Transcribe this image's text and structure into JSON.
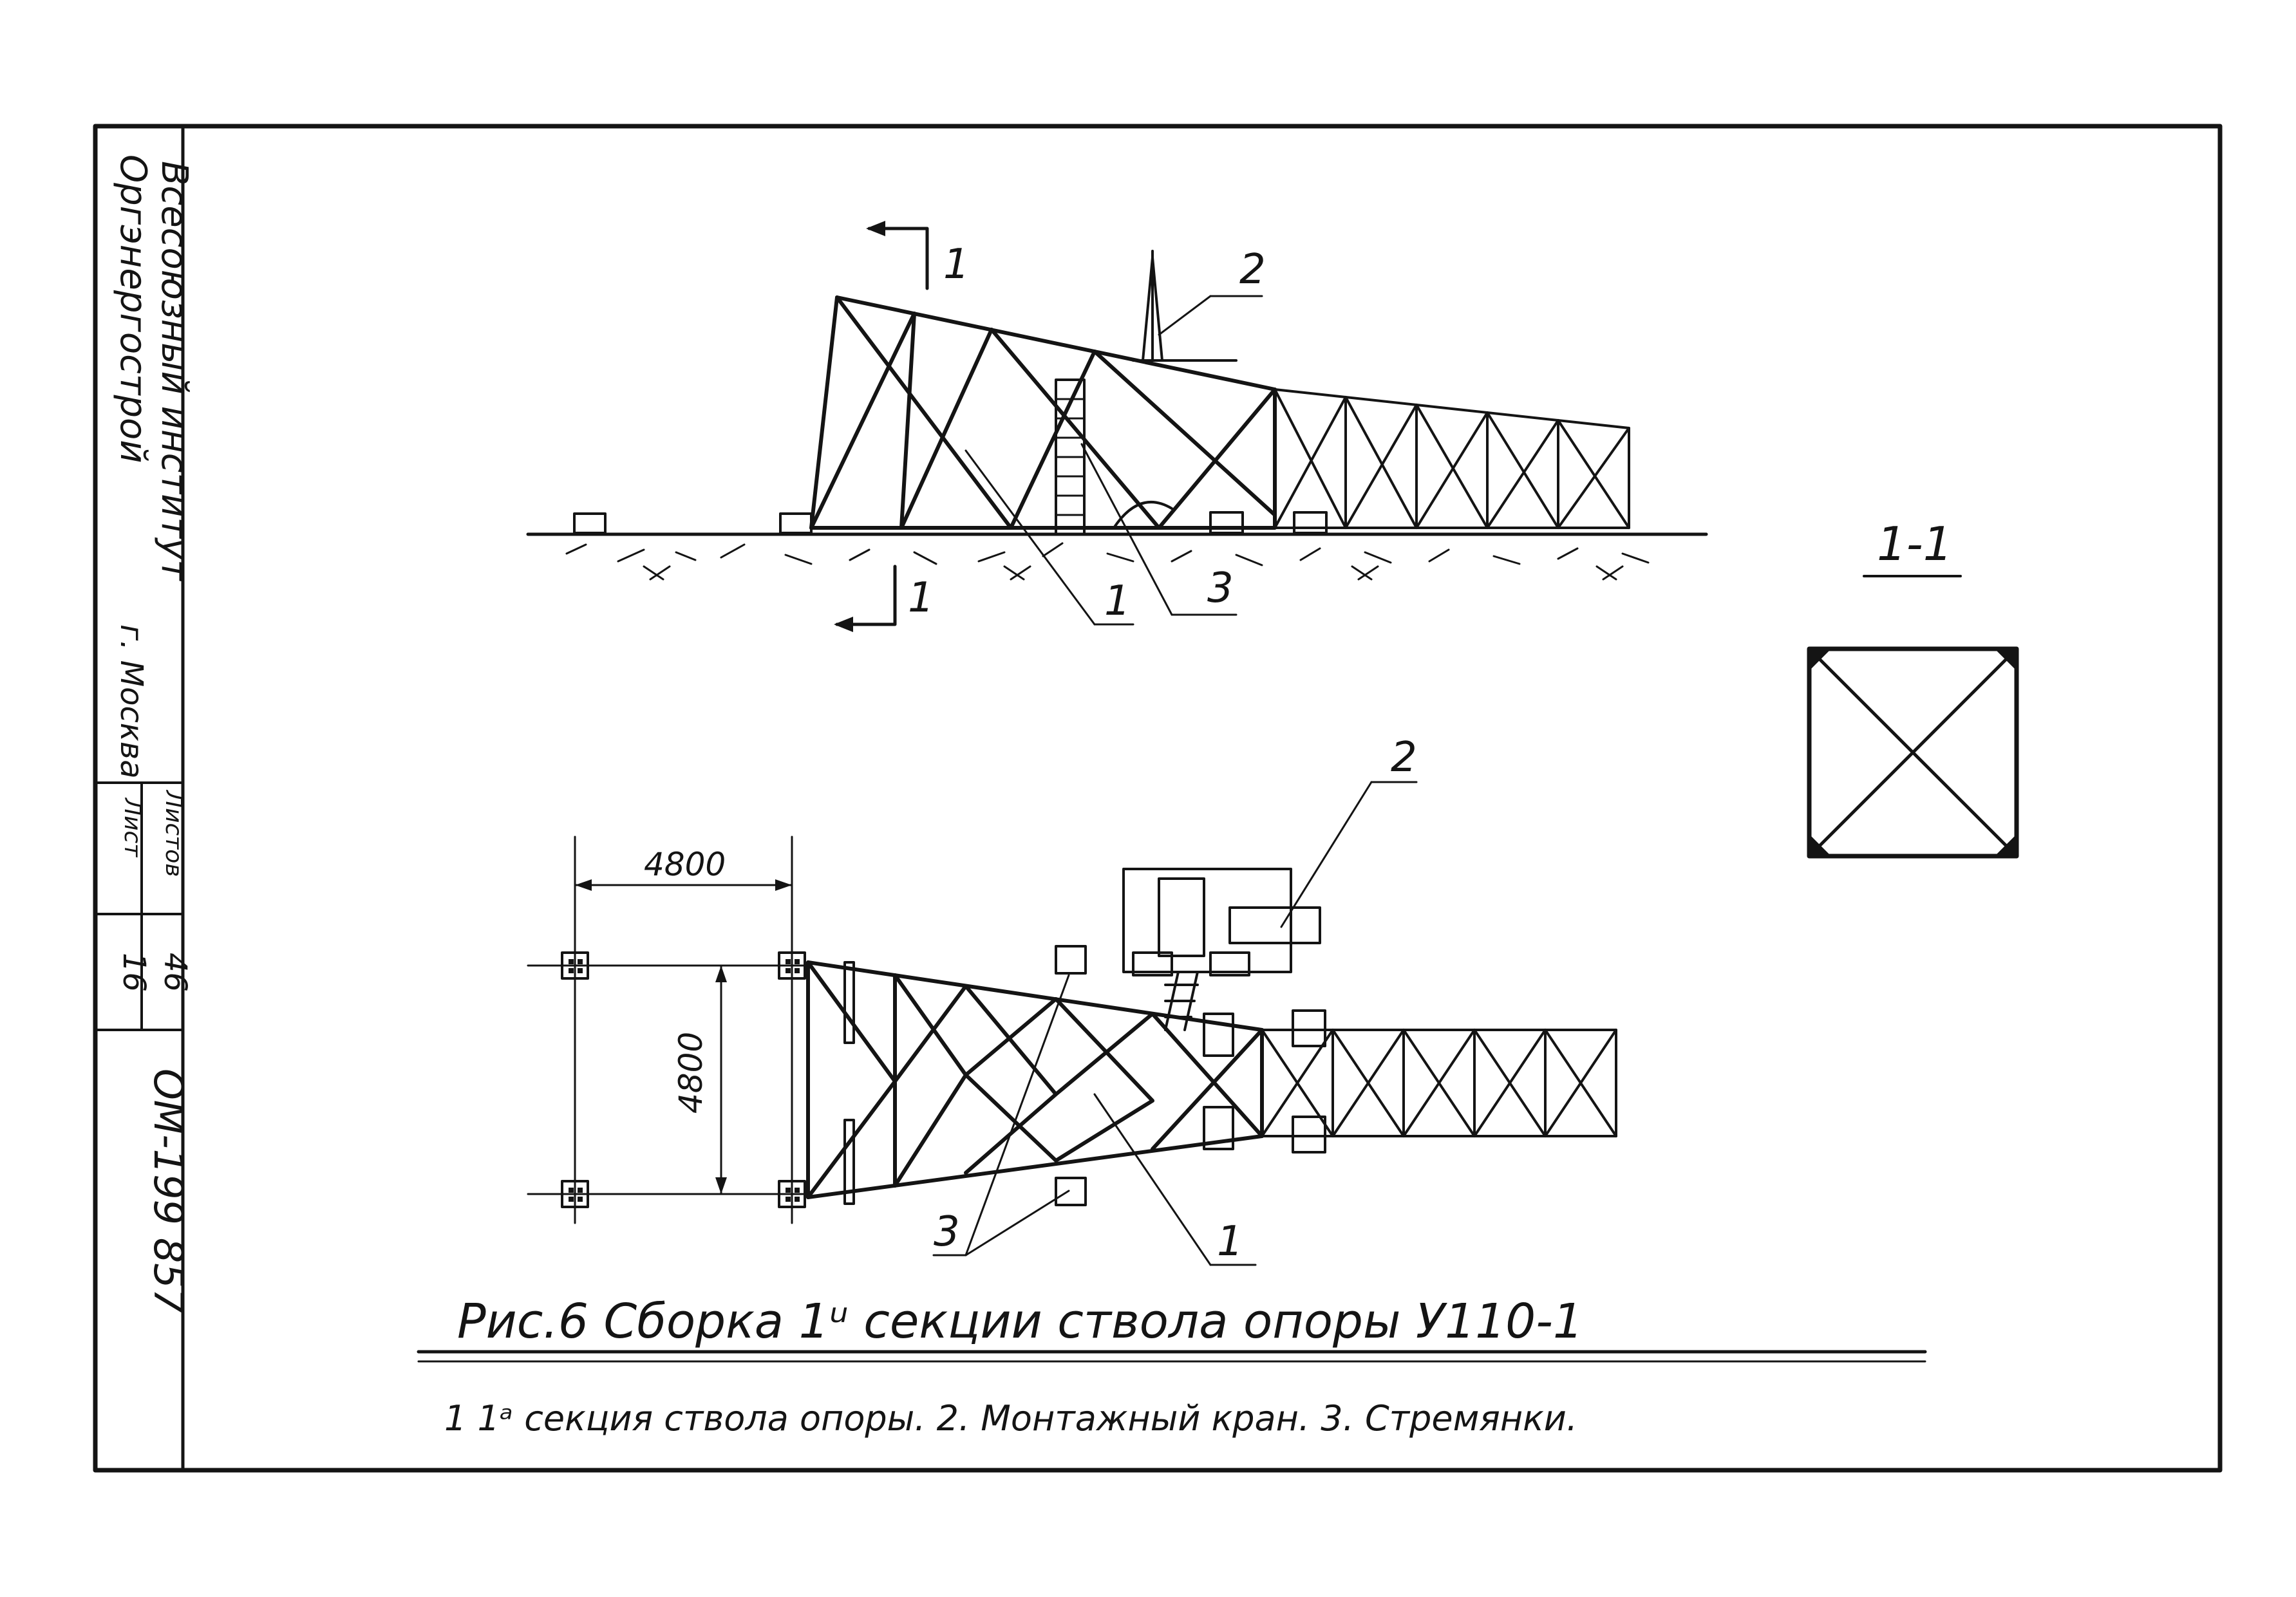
{
  "stamp": {
    "institute_line1": "Всесоюзный институт",
    "institute_line2": "Оргэнергострой",
    "city": "г. Москва",
    "sheets_label": "Листов",
    "sheets_value": "46",
    "sheet_label": "Лист",
    "sheet_value": "16",
    "doc_number": "ОМ-199 857"
  },
  "figure": {
    "title": "Рис.6  Сборка 1ᵘ секции  ствола опоры  У110-1",
    "caption": "1  1ᵃ секция ствола опоры.  2. Монтажный кран.  3. Стремянки."
  },
  "callouts": {
    "section_mark": "1",
    "section_title": "1-1",
    "label_1": "1",
    "label_2": "2",
    "label_3": "3"
  },
  "dimensions": {
    "horizontal": "4800",
    "vertical": "4800"
  }
}
